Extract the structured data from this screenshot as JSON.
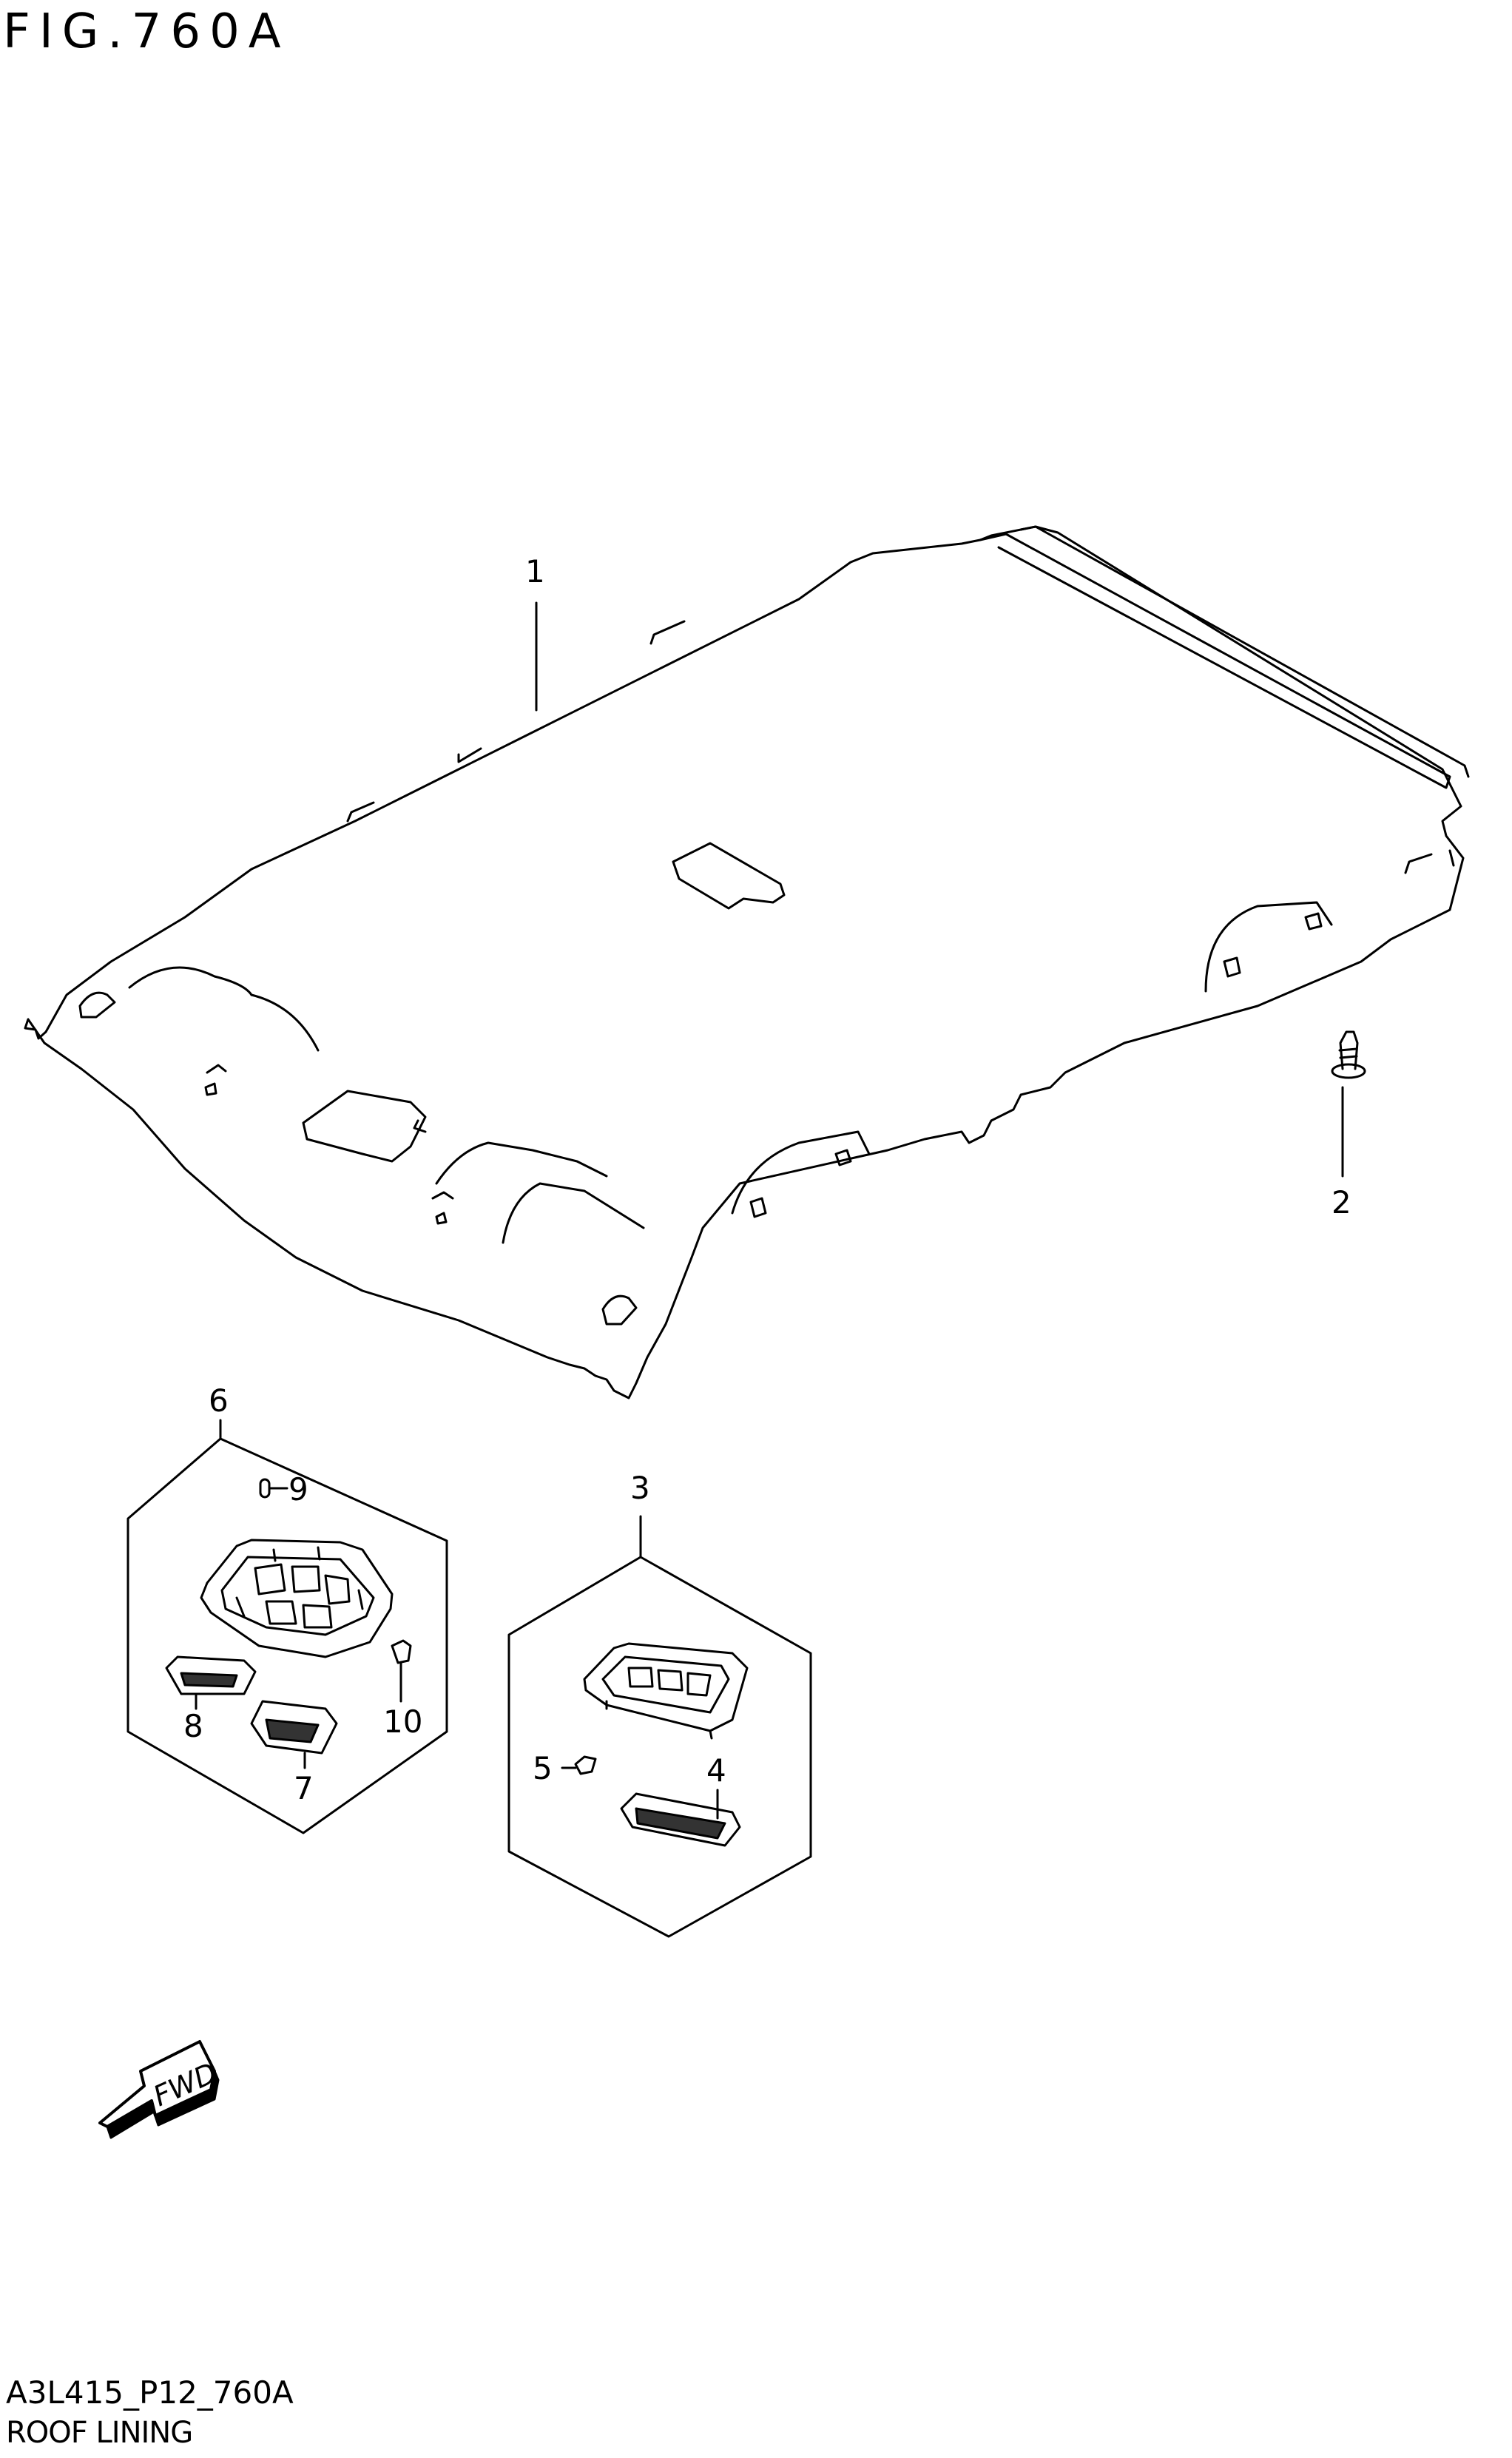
{
  "figure": {
    "title": "FIG.760A",
    "code": "A3L415_P12_760A",
    "name": "ROOF LINING"
  },
  "callouts": [
    {
      "id": "1",
      "text": "1"
    },
    {
      "id": "2",
      "text": "2"
    },
    {
      "id": "3",
      "text": "3"
    },
    {
      "id": "4",
      "text": "4"
    },
    {
      "id": "5",
      "text": "5"
    },
    {
      "id": "6",
      "text": "6"
    },
    {
      "id": "7",
      "text": "7"
    },
    {
      "id": "8",
      "text": "8"
    },
    {
      "id": "9",
      "text": "9"
    },
    {
      "id": "10",
      "text": "10"
    }
  ],
  "direction_arrow": {
    "label": "FWD",
    "icon": "fwd-arrow-icon"
  }
}
